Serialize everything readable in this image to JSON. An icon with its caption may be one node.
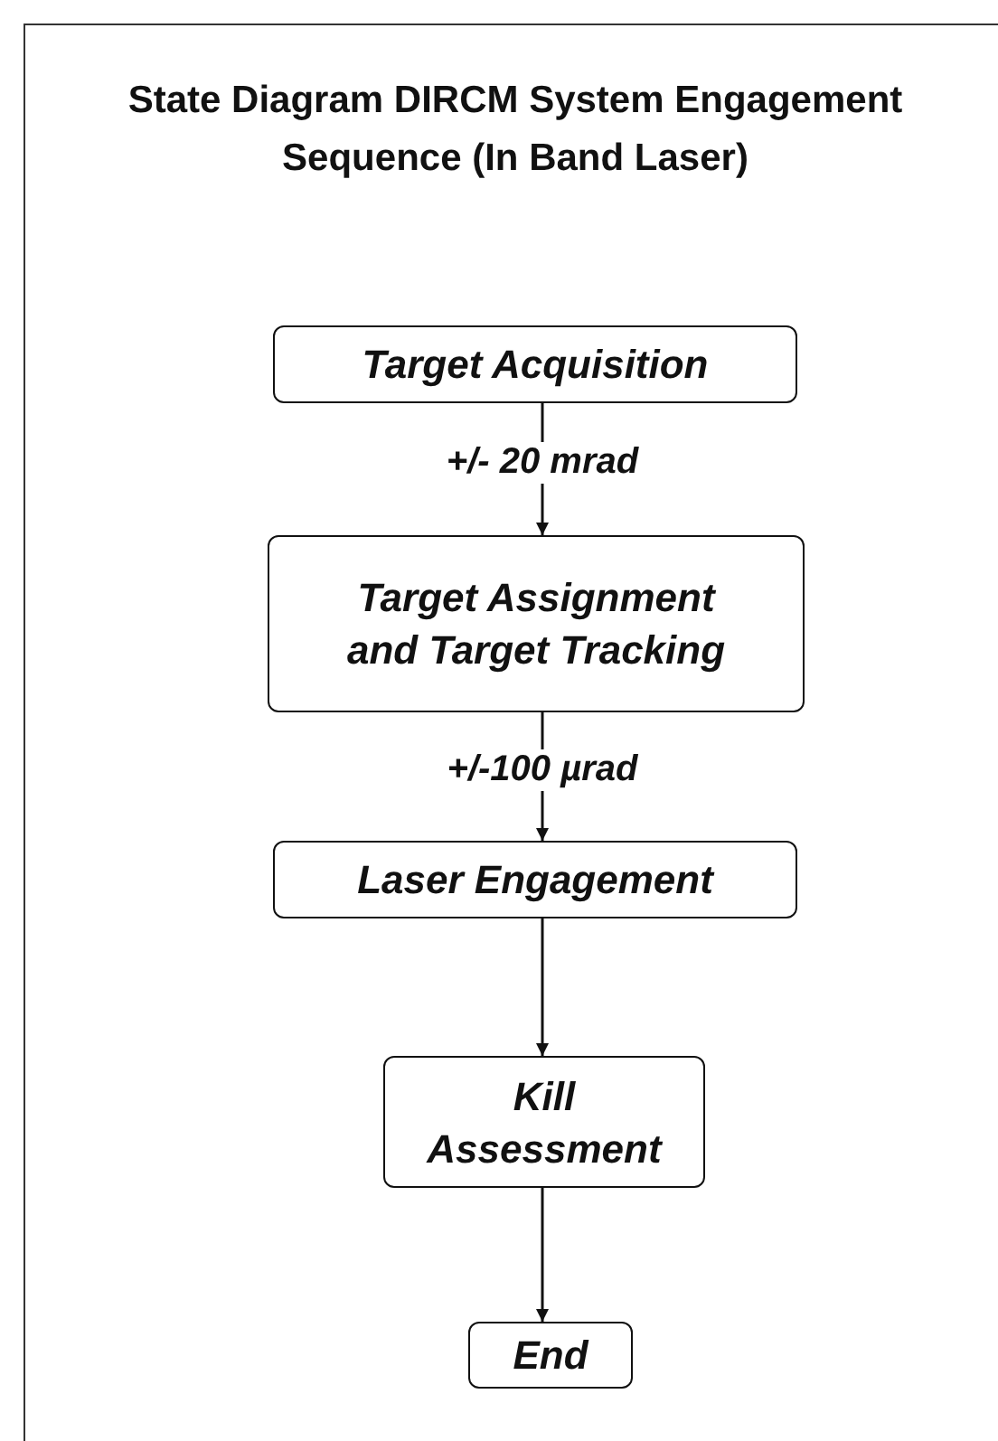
{
  "diagram": {
    "title": "State Diagram DIRCM System Engagement Sequence (In Band Laser)",
    "nodes": [
      {
        "text": [
          "Target Acquisition"
        ]
      },
      {
        "text": [
          "Target Assignment and Target Tracking"
        ]
      },
      {
        "text": [
          "Laser Engagement"
        ]
      },
      {
        "text": [
          "Kill Assessment"
        ]
      },
      {
        "text": [
          "End"
        ]
      }
    ],
    "edges": [
      {
        "from": 0,
        "to": 1,
        "arrow": "to",
        "label": "+/- 20 mrad"
      },
      {
        "from": 1,
        "to": 2,
        "arrow": "to",
        "label": "+/-100 µrad"
      },
      {
        "from": 2,
        "to": 3,
        "arrow": "to"
      },
      {
        "from": 3,
        "to": 4,
        "arrow": "to"
      }
    ]
  }
}
